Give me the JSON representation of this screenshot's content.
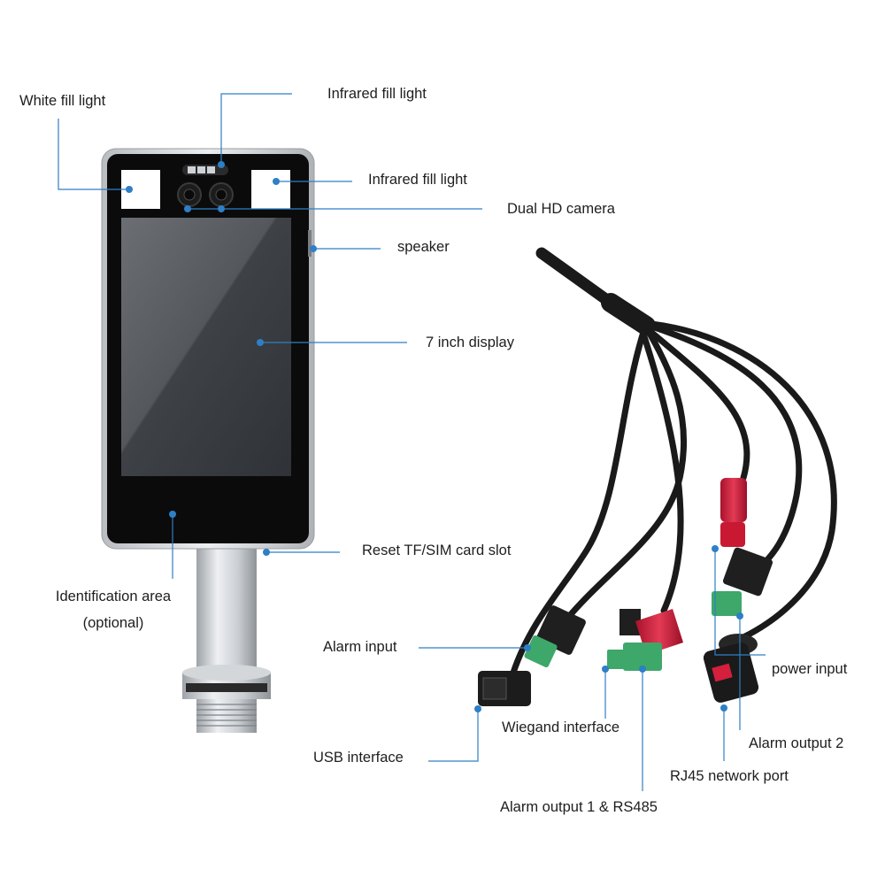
{
  "labels": {
    "white_fill_light": "White fill light",
    "infrared_fill_light_top": "Infrared fill light",
    "infrared_fill_light_right": "Infrared fill light",
    "dual_hd_camera": "Dual HD camera",
    "speaker": "speaker",
    "display": "7 inch display",
    "reset_slot": "Reset TF/SIM card slot",
    "identification_area": "Identification area",
    "identification_optional": "(optional)",
    "alarm_input": "Alarm input",
    "usb_interface": "USB interface",
    "wiegand_interface": "Wiegand interface",
    "alarm_output_1": "Alarm output 1 & RS485",
    "power_input": "power input",
    "alarm_output_2": "Alarm output 2",
    "rj45_port": "RJ45 network port"
  },
  "colors": {
    "callout_line": "#2e7fc6",
    "bezel": "#0b0b0b",
    "housing": "#c8ccd1",
    "screen": "#4a4d51",
    "cable": "#1a1a1a",
    "dc_jack": "#d41f3d",
    "terminal_block": "#3da86a"
  }
}
